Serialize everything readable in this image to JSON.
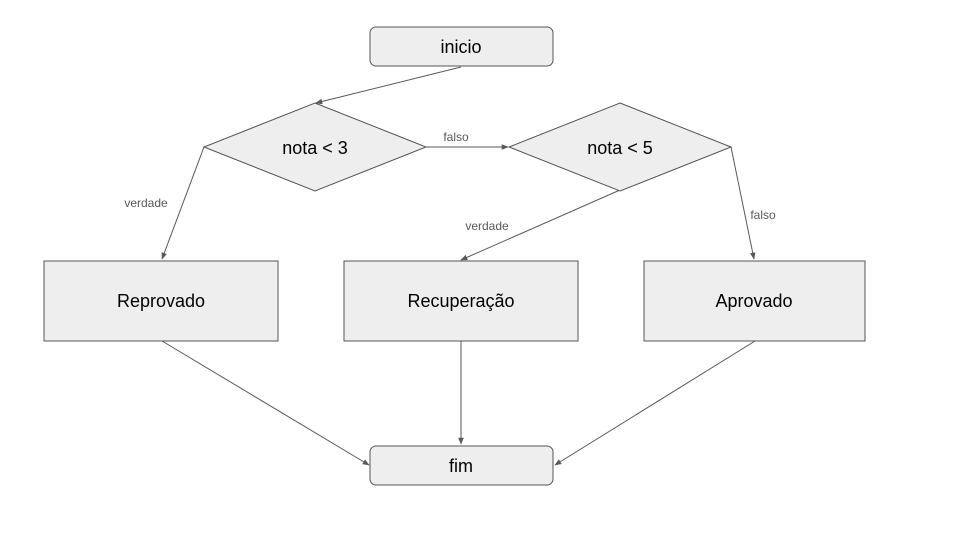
{
  "nodes": {
    "inicio": "inicio",
    "nota3": "nota < 3",
    "nota5": "nota < 5",
    "reprovado": "Reprovado",
    "recuperacao": "Recuperação",
    "aprovado": "Aprovado",
    "fim": "fim"
  },
  "edges": {
    "nota3_false": "falso",
    "nota3_true": "verdade",
    "nota5_true": "verdade",
    "nota5_false": "falso"
  },
  "colors": {
    "node_fill": "#eeeeee",
    "node_stroke": "#555555",
    "edge": "#595959"
  }
}
